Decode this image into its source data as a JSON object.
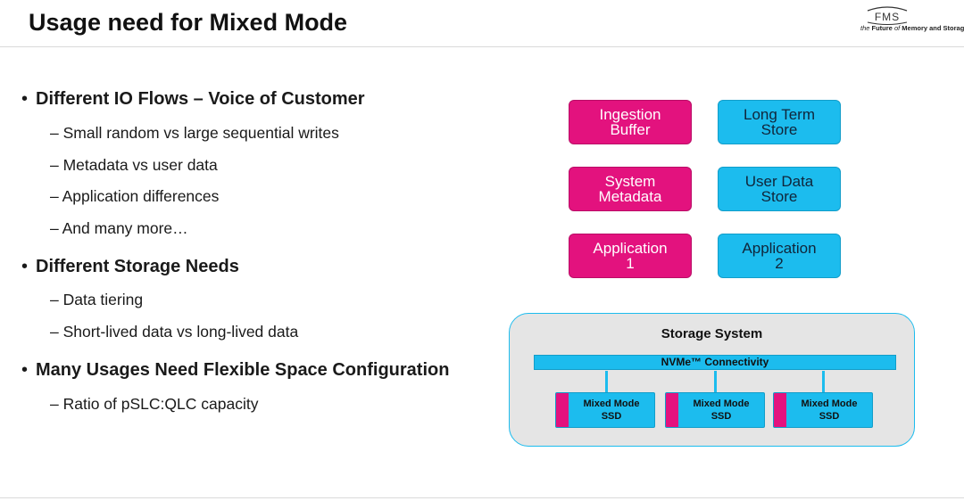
{
  "header": {
    "title": "Usage need for Mixed Mode"
  },
  "logo": {
    "mark": "FMS",
    "tagline_pre": "the ",
    "tagline_main": "Future",
    "tagline_mid": " of ",
    "tagline_end": "Memory and Storage"
  },
  "bullets": [
    {
      "text": "Different IO Flows – Voice of Customer",
      "sub": [
        "– Small random vs large sequential writes",
        "– Metadata vs user data",
        "– Application differences",
        "– And many more…"
      ]
    },
    {
      "text": "Different Storage Needs",
      "sub": [
        "– Data tiering",
        "– Short-lived data vs long-lived data"
      ]
    },
    {
      "text": "Many Usages Need Flexible Space Configuration",
      "sub": [
        "– Ratio of pSLC:QLC capacity"
      ]
    }
  ],
  "bullet_glyph": "•",
  "diagram": {
    "boxes": [
      {
        "line1": "Ingestion",
        "line2": "Buffer",
        "color": "#e3127e"
      },
      {
        "line1": "Long Term",
        "line2": "Store",
        "color": "#1cbcee"
      },
      {
        "line1": "System",
        "line2": "Metadata",
        "color": "#e3127e"
      },
      {
        "line1": "User Data",
        "line2": "Store",
        "color": "#1cbcee"
      },
      {
        "line1": "Application",
        "line2": "1",
        "color": "#e3127e"
      },
      {
        "line1": "Application",
        "line2": "2",
        "color": "#1cbcee"
      }
    ],
    "storage_system": {
      "title": "Storage System",
      "connectivity": "NVMe™ Connectivity",
      "ssds": [
        {
          "line1": "Mixed Mode",
          "line2": "SSD"
        },
        {
          "line1": "Mixed Mode",
          "line2": "SSD"
        },
        {
          "line1": "Mixed Mode",
          "line2": "SSD"
        }
      ]
    }
  }
}
